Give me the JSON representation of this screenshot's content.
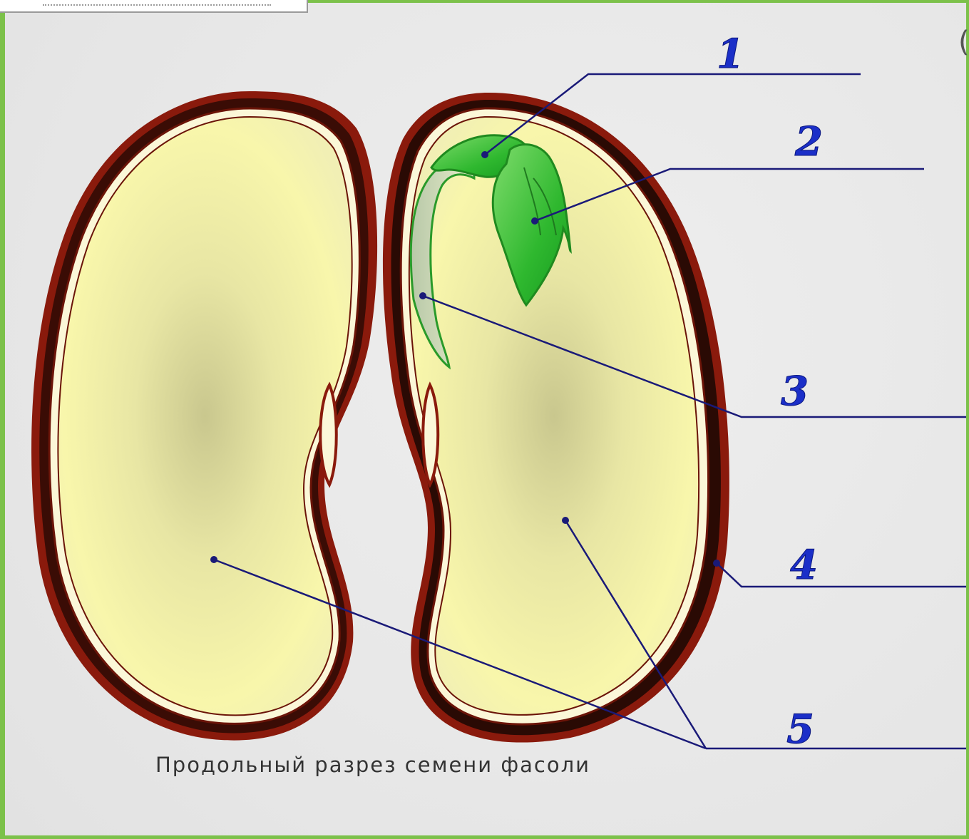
{
  "caption": "Продольный разрез семени фасоли",
  "labels": [
    "1",
    "2",
    "3",
    "4",
    "5"
  ],
  "colors": {
    "seed_coat": "#8a1a0c",
    "seed_coat_dark": "#2a0a04",
    "cotyledon": "#f4f1a8",
    "embryo_green": "#2fb82f",
    "leader_line": "#1a1a78",
    "label_blue": "#1b2fc8",
    "frame_green": "#7cc14a"
  }
}
